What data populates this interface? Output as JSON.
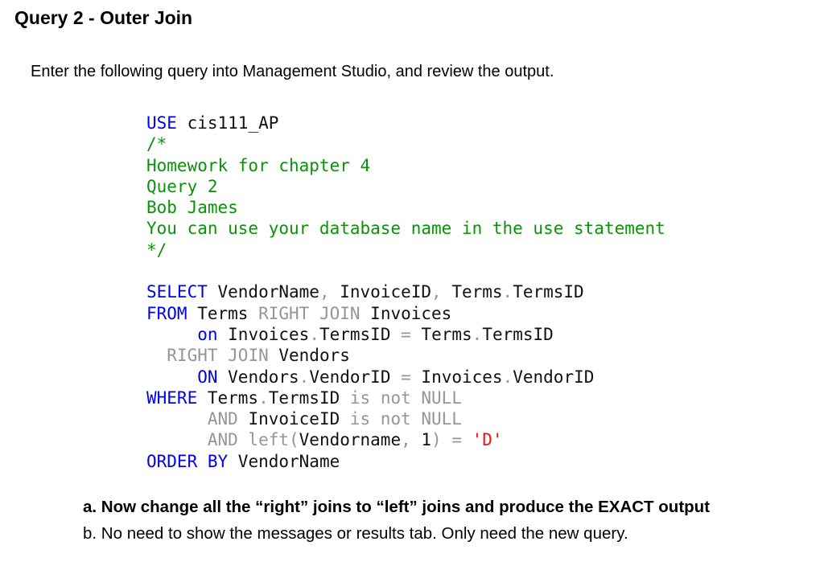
{
  "title": "Query 2 - Outer Join",
  "intro": "Enter the following query into Management Studio, and review the output.",
  "colors": {
    "keyword": "#0000f0",
    "comment": "#0c910c",
    "operator": "#969696",
    "identifier": "#111111",
    "string": "#ee1111"
  },
  "code": {
    "lines": [
      [
        {
          "c": "kw",
          "t": "USE"
        },
        {
          "c": "id",
          "t": " cis111_AP"
        }
      ],
      [
        {
          "c": "comment",
          "t": "/*"
        }
      ],
      [
        {
          "c": "comment",
          "t": "Homework for chapter 4"
        }
      ],
      [
        {
          "c": "comment",
          "t": "Query 2"
        }
      ],
      [
        {
          "c": "comment",
          "t": "Bob James"
        }
      ],
      [
        {
          "c": "comment",
          "t": "You can use your database name in the use statement"
        }
      ],
      [
        {
          "c": "comment",
          "t": "*/"
        }
      ],
      [],
      [
        {
          "c": "kw",
          "t": "SELECT"
        },
        {
          "c": "id",
          "t": " VendorName"
        },
        {
          "c": "gray",
          "t": ","
        },
        {
          "c": "id",
          "t": " InvoiceID"
        },
        {
          "c": "gray",
          "t": ","
        },
        {
          "c": "id",
          "t": " Terms"
        },
        {
          "c": "gray",
          "t": "."
        },
        {
          "c": "id",
          "t": "TermsID"
        }
      ],
      [
        {
          "c": "kw",
          "t": "FROM"
        },
        {
          "c": "id",
          "t": " Terms "
        },
        {
          "c": "gray",
          "t": "RIGHT JOIN"
        },
        {
          "c": "id",
          "t": " Invoices"
        }
      ],
      [
        {
          "c": "id",
          "t": "     "
        },
        {
          "c": "kw",
          "t": "on"
        },
        {
          "c": "id",
          "t": " Invoices"
        },
        {
          "c": "gray",
          "t": "."
        },
        {
          "c": "id",
          "t": "TermsID "
        },
        {
          "c": "gray",
          "t": "="
        },
        {
          "c": "id",
          "t": " Terms"
        },
        {
          "c": "gray",
          "t": "."
        },
        {
          "c": "id",
          "t": "TermsID"
        }
      ],
      [
        {
          "c": "id",
          "t": "  "
        },
        {
          "c": "gray",
          "t": "RIGHT JOIN"
        },
        {
          "c": "id",
          "t": " Vendors"
        }
      ],
      [
        {
          "c": "id",
          "t": "     "
        },
        {
          "c": "kw",
          "t": "ON"
        },
        {
          "c": "id",
          "t": " Vendors"
        },
        {
          "c": "gray",
          "t": "."
        },
        {
          "c": "id",
          "t": "VendorID "
        },
        {
          "c": "gray",
          "t": "="
        },
        {
          "c": "id",
          "t": " Invoices"
        },
        {
          "c": "gray",
          "t": "."
        },
        {
          "c": "id",
          "t": "VendorID"
        }
      ],
      [
        {
          "c": "kw",
          "t": "WHERE"
        },
        {
          "c": "id",
          "t": " Terms"
        },
        {
          "c": "gray",
          "t": "."
        },
        {
          "c": "id",
          "t": "TermsID "
        },
        {
          "c": "gray",
          "t": "is not NULL"
        }
      ],
      [
        {
          "c": "id",
          "t": "      "
        },
        {
          "c": "gray",
          "t": "AND"
        },
        {
          "c": "id",
          "t": " InvoiceID "
        },
        {
          "c": "gray",
          "t": "is not NULL"
        }
      ],
      [
        {
          "c": "id",
          "t": "      "
        },
        {
          "c": "gray",
          "t": "AND left("
        },
        {
          "c": "id",
          "t": "Vendorname"
        },
        {
          "c": "gray",
          "t": ","
        },
        {
          "c": "id",
          "t": " 1"
        },
        {
          "c": "gray",
          "t": ") = "
        },
        {
          "c": "str",
          "t": "'D'"
        }
      ],
      [
        {
          "c": "kw",
          "t": "ORDER BY"
        },
        {
          "c": "id",
          "t": " VendorName"
        }
      ]
    ]
  },
  "notes": {
    "a": "a. Now change all the “right” joins to “left” joins and produce the EXACT output",
    "b": "b. No need to show the messages or results tab. Only need the new query."
  }
}
